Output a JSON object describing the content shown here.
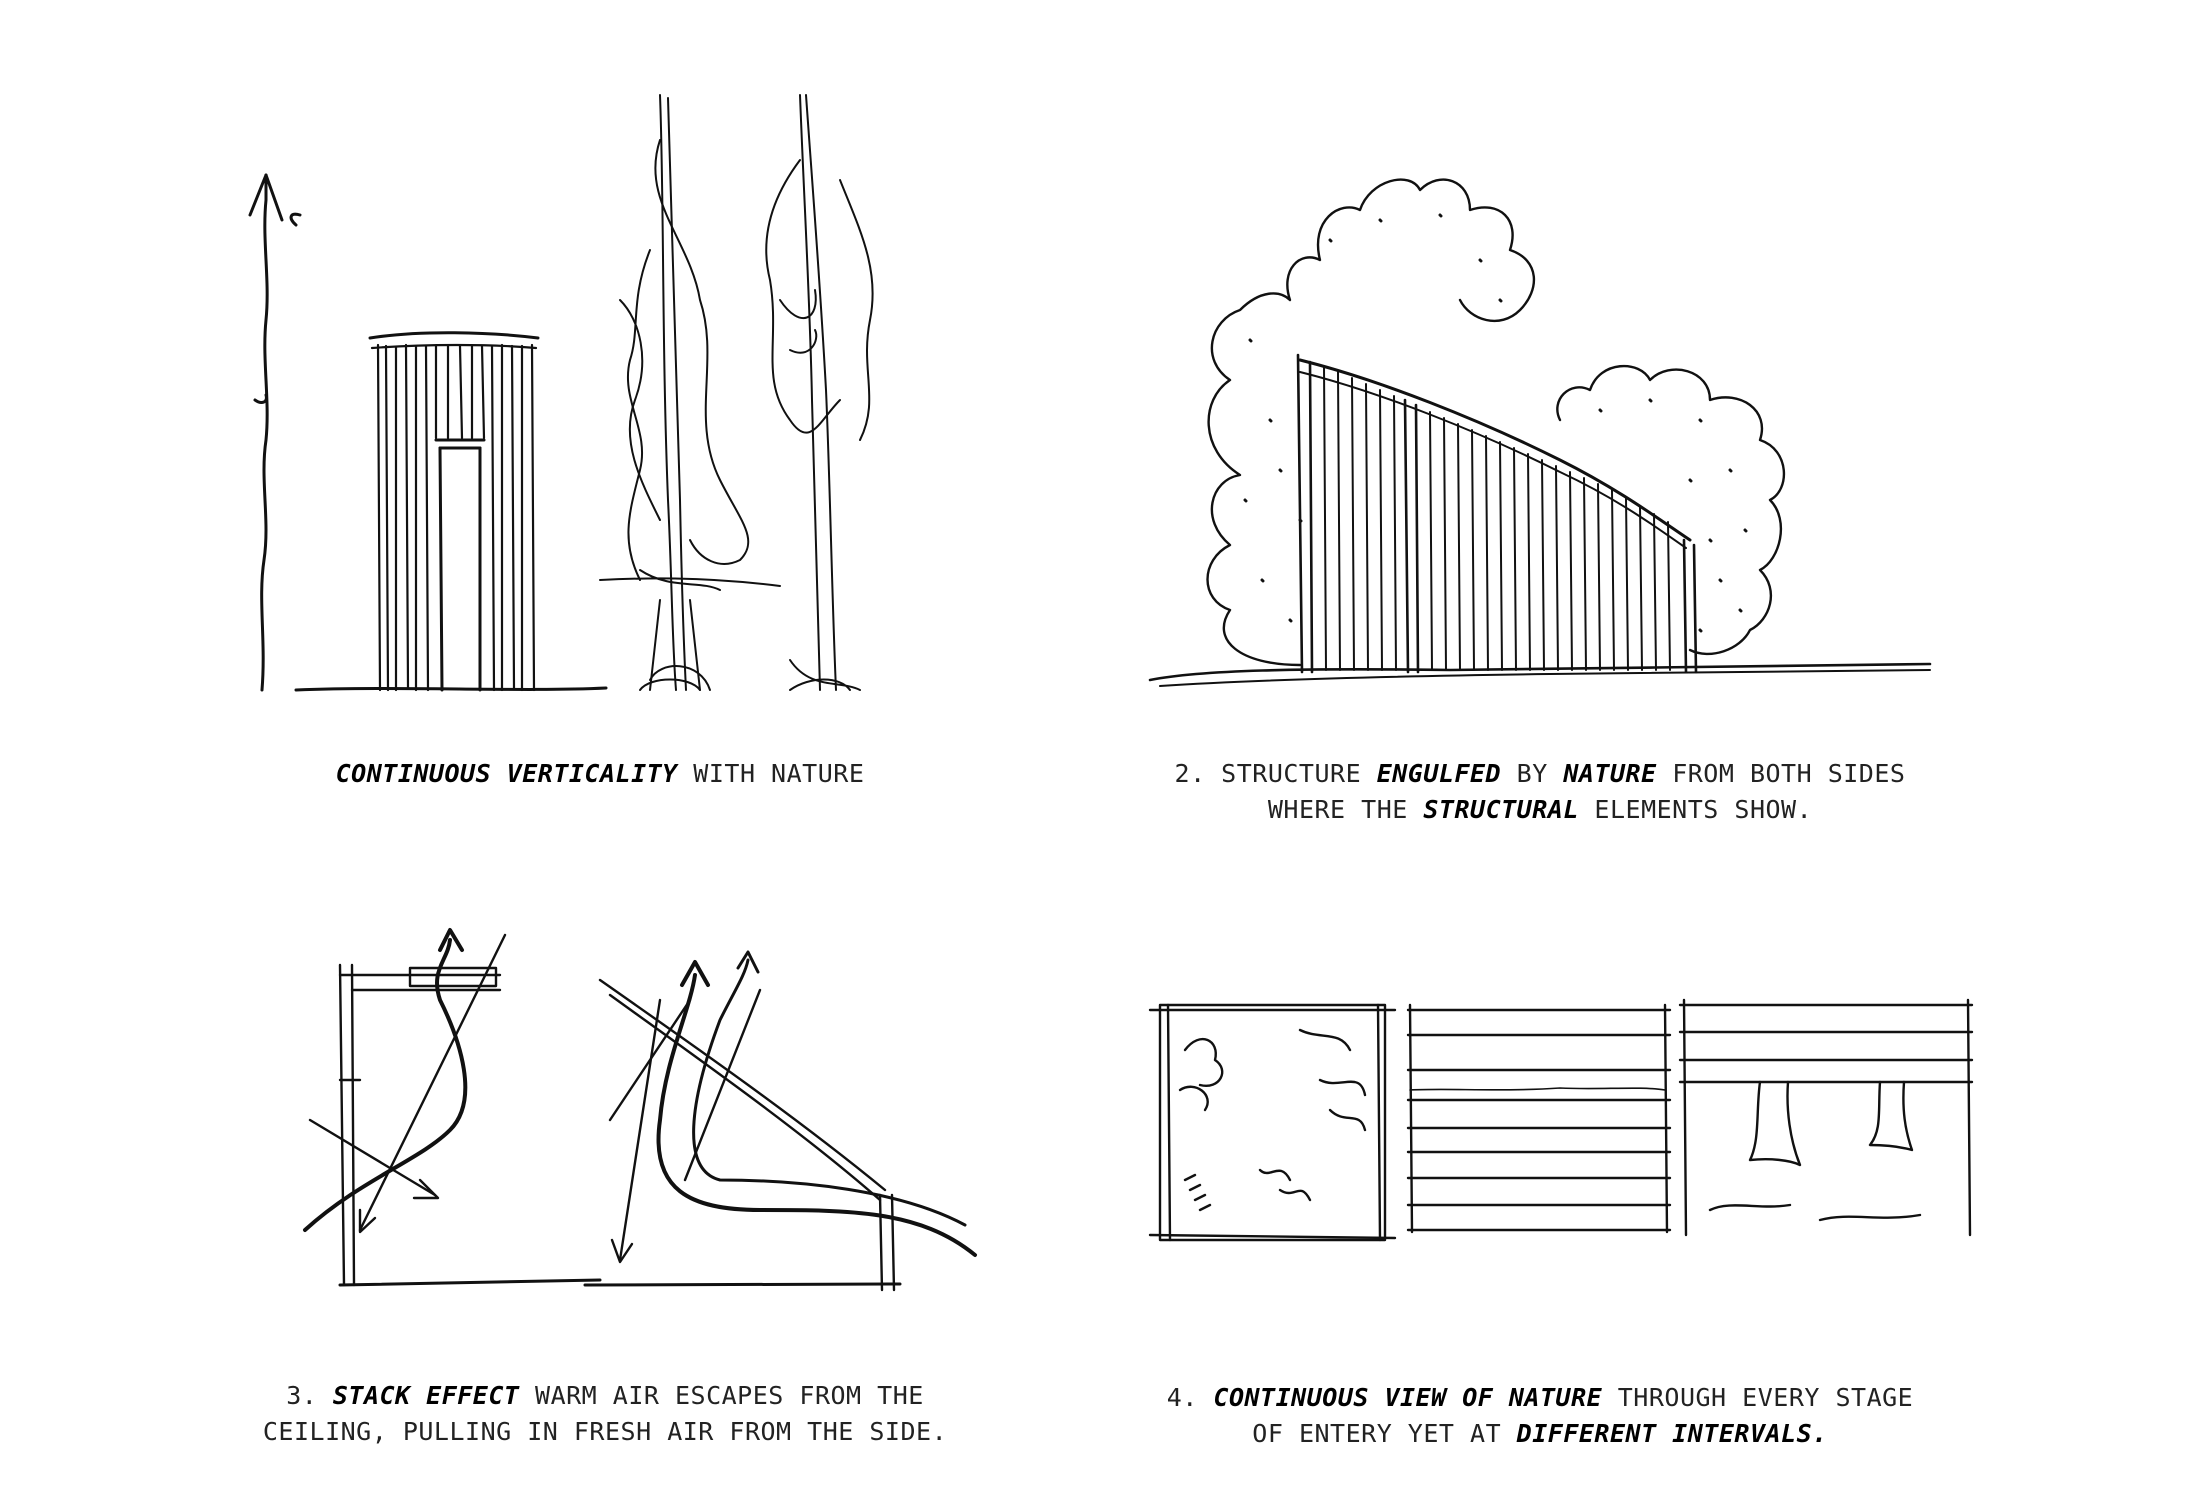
{
  "captions": {
    "c1": {
      "em1": "CONTINUOUS VERTICALITY",
      "t1": " WITH NATURE"
    },
    "c2": {
      "pre": "2. STRUCTURE ",
      "em1": "ENGULFED",
      "t1": " BY ",
      "em2": "NATURE",
      "t2": " FROM BOTH SIDES",
      "line2_pre": "WHERE THE ",
      "em3": "STRUCTURAL",
      "t3": " ELEMENTS SHOW."
    },
    "c3": {
      "pre": "3. ",
      "em1": "STACK EFFECT",
      "t1": " WARM AIR ESCAPES FROM THE",
      "line2": "CEILING, PULLING IN FRESH AIR FROM THE SIDE."
    },
    "c4": {
      "pre": "4. ",
      "em1": "CONTINUOUS VIEW OF NATURE",
      "t1": " THROUGH EVERY STAGE",
      "line2_pre": "OF ENTERY YET AT ",
      "em2": "DIFFERENT INTERVALS."
    }
  }
}
